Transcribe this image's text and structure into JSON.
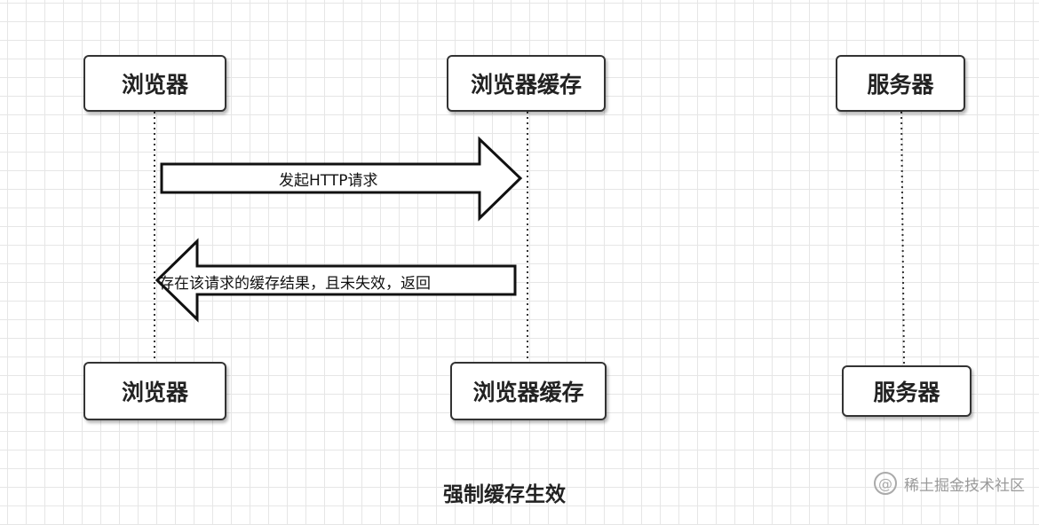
{
  "diagram": {
    "participants": [
      {
        "top_label": "浏览器",
        "bottom_label": "浏览器"
      },
      {
        "top_label": "浏览器缓存",
        "bottom_label": "浏览器缓存"
      },
      {
        "top_label": "服务器",
        "bottom_label": "服务器"
      }
    ],
    "messages": [
      {
        "text": "发起HTTP请求",
        "from": "浏览器",
        "to": "浏览器缓存"
      },
      {
        "text": "存在该请求的缓存结果，且未失效，返回",
        "from": "浏览器缓存",
        "to": "浏览器"
      }
    ],
    "caption": "强制缓存生效"
  },
  "watermark": {
    "text": "稀土掘金技术社区"
  },
  "colors": {
    "stroke": "#333333",
    "grid": "#e6e6e6",
    "background": "#ffffff"
  }
}
